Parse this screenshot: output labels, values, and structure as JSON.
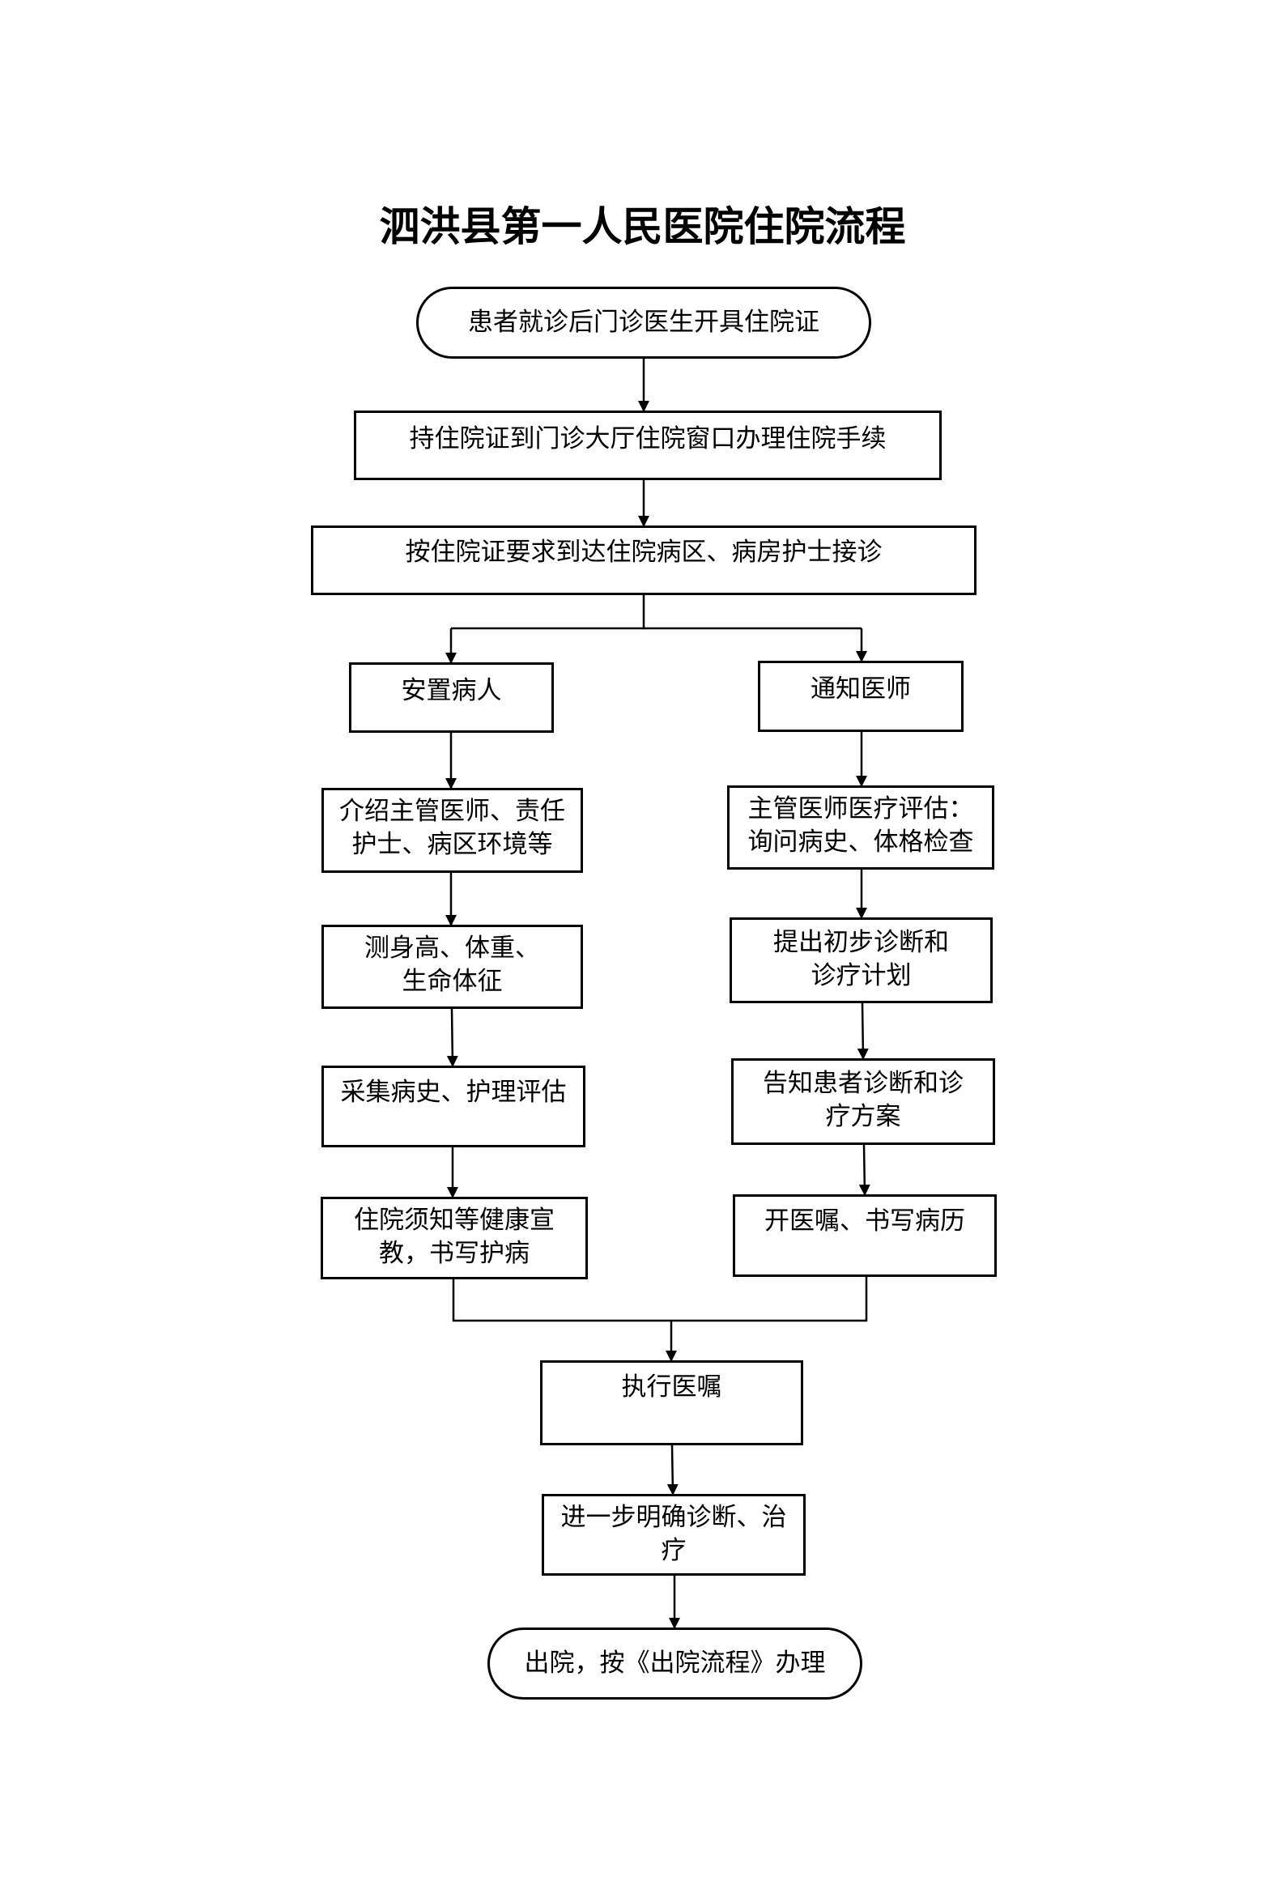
{
  "title": "泗洪县第一人民医院住院流程",
  "nodes": {
    "start": "患者就诊后门诊医生开具住院证",
    "admission": "持住院证到门诊大厅住院窗口办理住院手续",
    "ward": "按住院证要求到达住院病区、病房护士接诊",
    "settle_patient": "安置病人",
    "notify_doctor": "通知医师",
    "introduce": "介绍主管医师、责任\n护士、病区环境等",
    "measure": "测身高、体重、\n生命体征",
    "collect": "采集病史、护理评估",
    "education": "住院须知等健康宣\n教，书写护病",
    "evaluate": "主管医师医疗评估：\n询问病史、体格检查",
    "diagnosis": "提出初步诊断和\n诊疗计划",
    "inform": "告知患者诊断和诊\n疗方案",
    "orders": "开医嘱、书写病历",
    "execute": "执行医嘱",
    "further": "进一步明确诊断、治\n疗",
    "discharge": "出院，按《出院流程》办理"
  }
}
